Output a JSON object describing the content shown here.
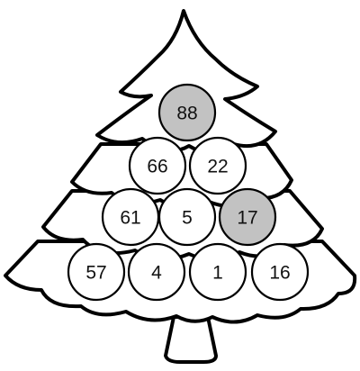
{
  "ornament_rows": [
    [
      {
        "value": "88",
        "highlighted": true
      }
    ],
    [
      {
        "value": "66",
        "highlighted": false
      },
      {
        "value": "22",
        "highlighted": false
      }
    ],
    [
      {
        "value": "61",
        "highlighted": false
      },
      {
        "value": "5",
        "highlighted": false
      },
      {
        "value": "17",
        "highlighted": true
      }
    ],
    [
      {
        "value": "57",
        "highlighted": false
      },
      {
        "value": "4",
        "highlighted": false
      },
      {
        "value": "1",
        "highlighted": false
      },
      {
        "value": "16",
        "highlighted": false
      }
    ]
  ],
  "colors": {
    "highlight_fill": "#c2c2c2",
    "default_fill": "#ffffff",
    "outline": "#000000"
  }
}
